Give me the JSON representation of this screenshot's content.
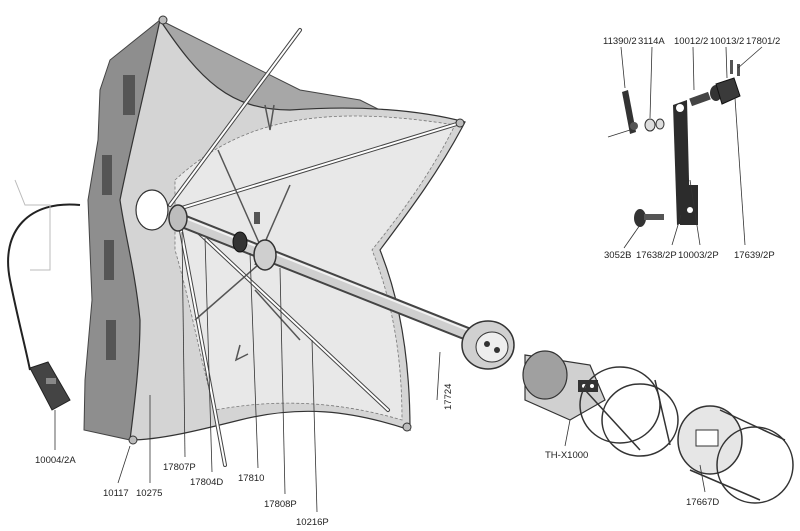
{
  "parts": [
    {
      "id": "p-11390-2",
      "label": "11390/2"
    },
    {
      "id": "p-3114a",
      "label": "3114A"
    },
    {
      "id": "p-10012-2",
      "label": "10012/2"
    },
    {
      "id": "p-10013-2",
      "label": "10013/2"
    },
    {
      "id": "p-17801-2",
      "label": "17801/2"
    },
    {
      "id": "p-3052b",
      "label": "3052B"
    },
    {
      "id": "p-17638-2p",
      "label": "17638/2P"
    },
    {
      "id": "p-10003-2p",
      "label": "10003/2P"
    },
    {
      "id": "p-17639-2p",
      "label": "17639/2P"
    },
    {
      "id": "p-10004-2a",
      "label": "10004/2A"
    },
    {
      "id": "p-10117",
      "label": "10117"
    },
    {
      "id": "p-10275",
      "label": "10275"
    },
    {
      "id": "p-17807p",
      "label": "17807P"
    },
    {
      "id": "p-17804d",
      "label": "17804D"
    },
    {
      "id": "p-17810",
      "label": "17810"
    },
    {
      "id": "p-17808p",
      "label": "17808P"
    },
    {
      "id": "p-10216p",
      "label": "10216P"
    },
    {
      "id": "p-17724",
      "label": "17724"
    },
    {
      "id": "p-th-x1000",
      "label": "TH-X1000"
    },
    {
      "id": "p-17667d",
      "label": "17667D"
    }
  ]
}
